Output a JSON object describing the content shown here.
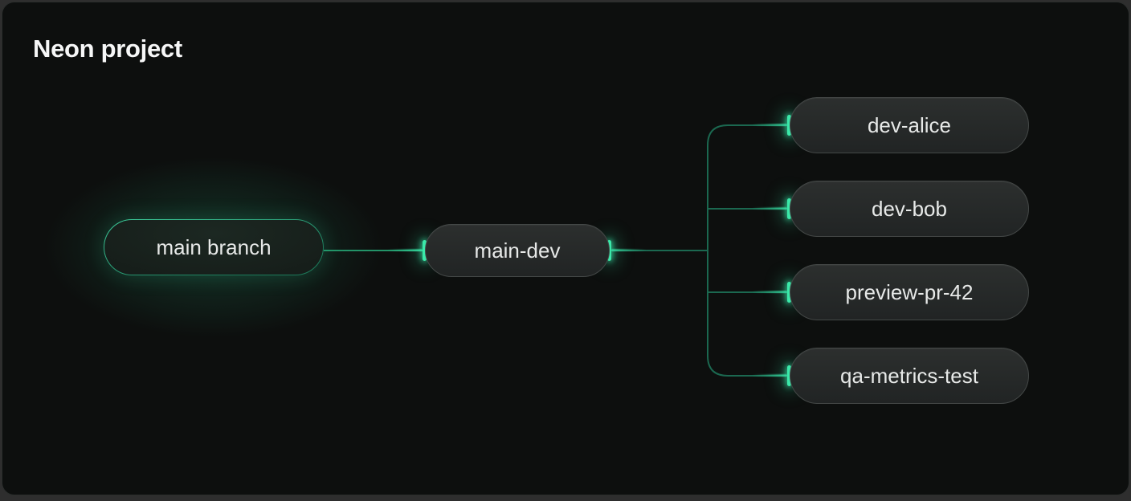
{
  "header": {
    "title": "Neon project"
  },
  "diagram": {
    "root": {
      "label": "main branch"
    },
    "child": {
      "label": "main-dev"
    },
    "leaves": [
      {
        "label": "dev-alice"
      },
      {
        "label": "dev-bob"
      },
      {
        "label": "preview-pr-42"
      },
      {
        "label": "qa-metrics-test"
      }
    ]
  },
  "colors": {
    "page_bg": "#2e2e2e",
    "panel_bg": "#0d0f0e",
    "panel_border": "#2a2d2c",
    "title_text": "#f6f7f7",
    "node_text": "#e7e9e8",
    "node_bg": "#272a29",
    "node_border": "#444847",
    "root_border_gradient_start": "#3ecf9d",
    "root_border_gradient_end": "#1d7a5b",
    "connector": "#1b6850",
    "connector_bright": "#239368",
    "port_glow": "#3be8a9"
  }
}
